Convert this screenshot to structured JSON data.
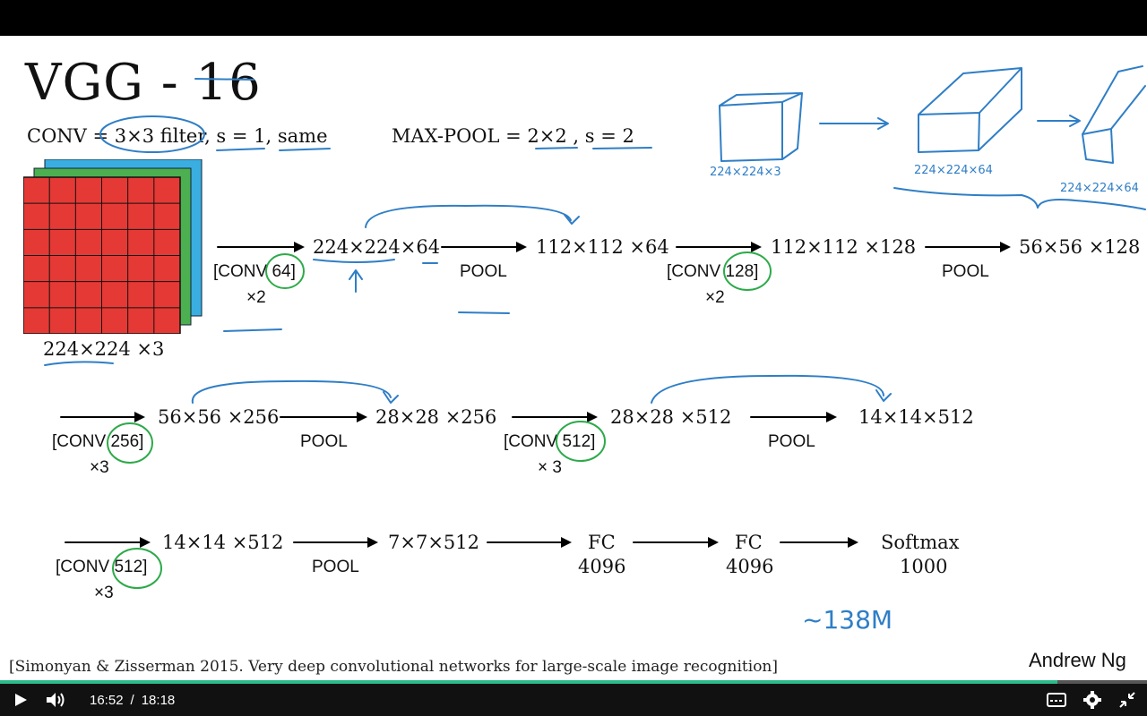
{
  "slide": {
    "title": "VGG - 16",
    "conv_spec": "CONV = 3×3 filter, s = 1, same",
    "pool_spec": "MAX-POOL = 2×2 , s = 2",
    "input_size": "224×224 ×3",
    "row1": {
      "conv1": "[CONV 64]",
      "conv1_repeat": "×2",
      "out1": "224×224×64",
      "pool1": "POOL",
      "out2": "112×112 ×64",
      "conv2": "[CONV 128]",
      "conv2_repeat": "×2",
      "out3": "112×112 ×128",
      "pool2": "POOL",
      "out4": "56×56 ×128"
    },
    "row2": {
      "conv3": "[CONV 256]",
      "conv3_repeat": "×3",
      "out5": "56×56 ×256",
      "pool3": "POOL",
      "out6": "28×28 ×256",
      "conv4": "[CONV 512]",
      "conv4_repeat": "× 3",
      "out7": "28×28 ×512",
      "pool4": "POOL",
      "out8": "14×14×512"
    },
    "row3": {
      "conv5": "[CONV 512]",
      "conv5_repeat": "×3",
      "out9": "14×14 ×512",
      "pool5": "POOL",
      "out10": "7×7×512",
      "fc1_label": "FC",
      "fc1_units": "4096",
      "fc2_label": "FC",
      "fc2_units": "4096",
      "softmax_label": "Softmax",
      "softmax_units": "1000"
    },
    "handwritten": {
      "vol1": "224×224×3",
      "vol2": "224×224×64",
      "vol3": "224×224×64",
      "params": "~138M"
    },
    "citation": "[Simonyan & Zisserman 2015. Very deep convolutional networks for large-scale image recognition]",
    "author": "Andrew Ng"
  },
  "player": {
    "current_time": "16:52",
    "separator": "/",
    "duration": "18:18",
    "progress_fraction": 0.922,
    "icons": [
      "play-icon",
      "volume-icon",
      "captions-icon",
      "settings-icon",
      "exit-fullscreen-icon"
    ],
    "accent_color": "#2dbb8a"
  }
}
